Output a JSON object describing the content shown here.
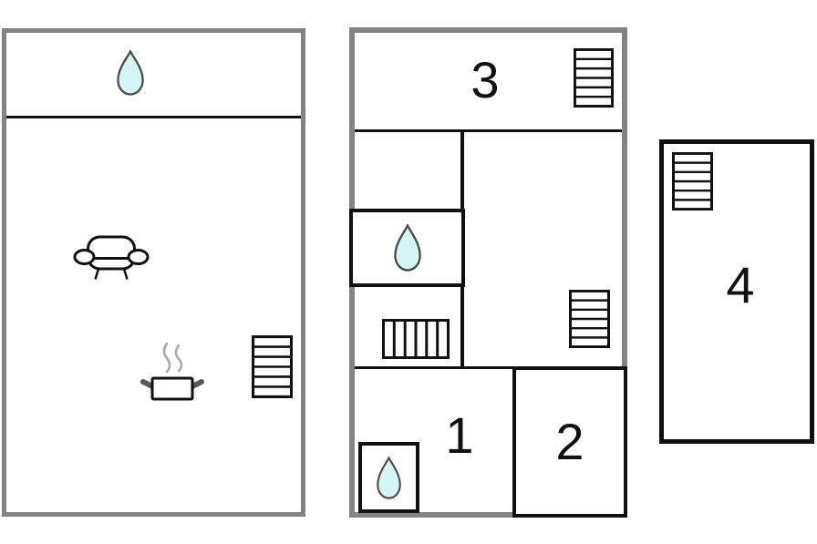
{
  "colors": {
    "bg": "#ffffff",
    "wall_gray": "#838383",
    "line_black": "#111111",
    "drop_fill": "#d5f6f7",
    "drop_stroke": "#4c4c4c",
    "steam_gray": "#a9a9a9",
    "handle_gray": "#5a5a5a"
  },
  "icons": {
    "water_drop": "water-drop-icon",
    "sofa": "sofa-icon",
    "cooking_pot": "cooking-pot-icon",
    "stairs_horizontal": "stairs-icon",
    "stairs_vertical": "stairs-vertical-icon"
  },
  "plan": {
    "rooms": {
      "room1": {
        "label": "1"
      },
      "room2": {
        "label": "2"
      },
      "room3": {
        "label": "3"
      },
      "room4": {
        "label": "4"
      }
    }
  }
}
